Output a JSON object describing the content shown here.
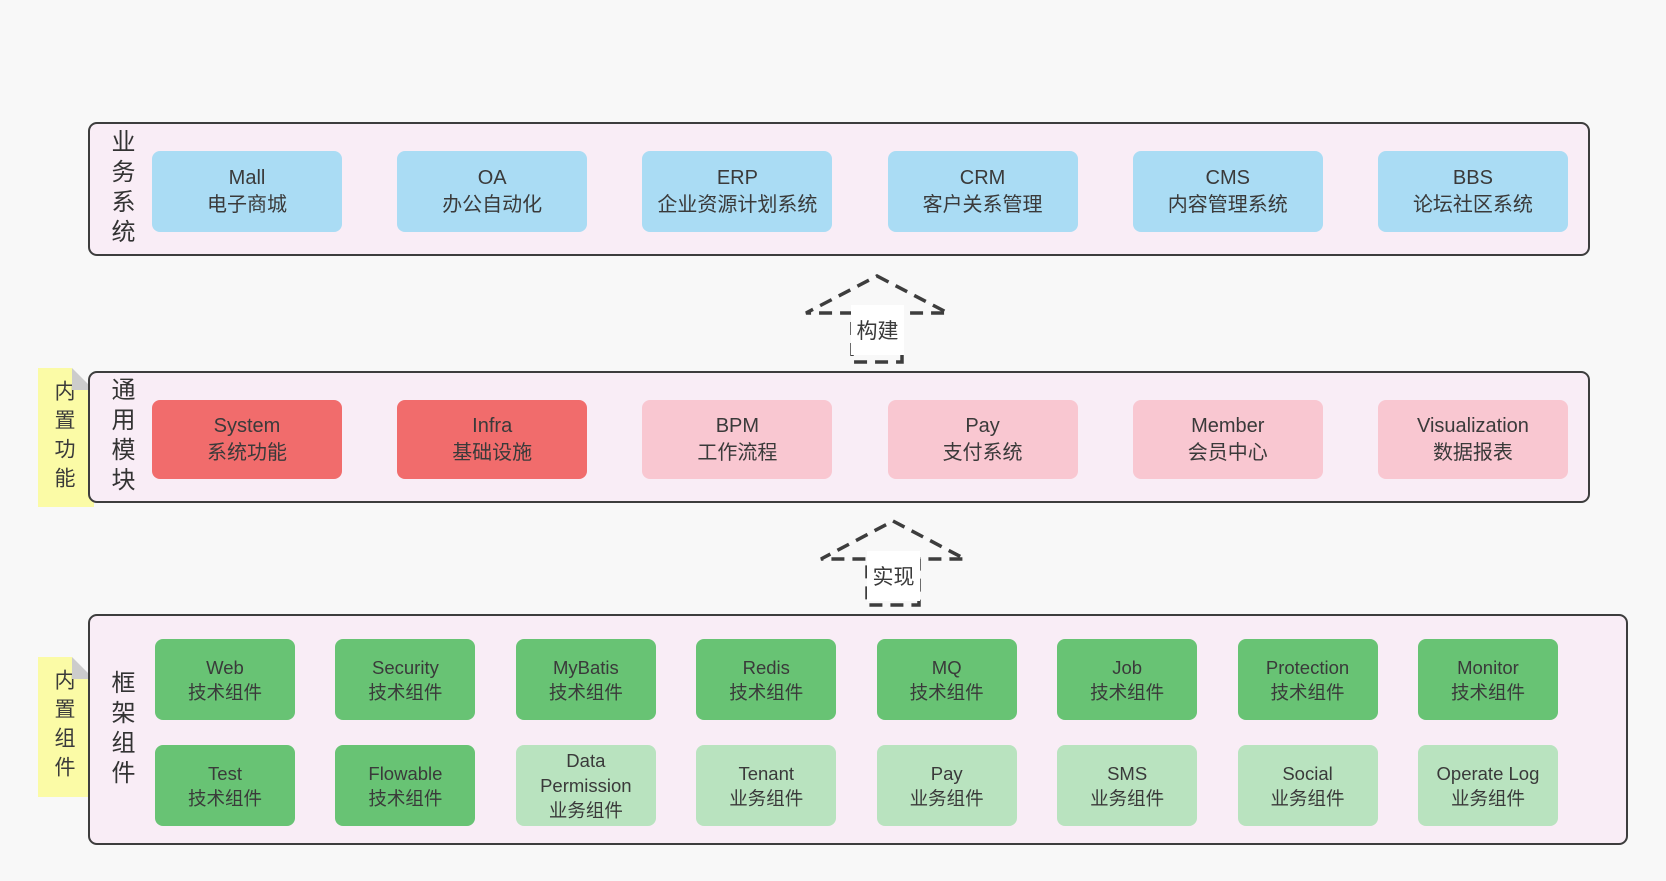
{
  "diagram": {
    "layers": {
      "business": {
        "label": "业务系统",
        "boxes": [
          {
            "name": "Mall",
            "subtitle": "电子商城"
          },
          {
            "name": "OA",
            "subtitle": "办公自动化"
          },
          {
            "name": "ERP",
            "subtitle": "企业资源计划系统"
          },
          {
            "name": "CRM",
            "subtitle": "客户关系管理"
          },
          {
            "name": "CMS",
            "subtitle": "内容管理系统"
          },
          {
            "name": "BBS",
            "subtitle": "论坛社区系统"
          }
        ]
      },
      "modules": {
        "label": "通用模块",
        "note": "内置功能",
        "boxes": [
          {
            "name": "System",
            "subtitle": "系统功能"
          },
          {
            "name": "Infra",
            "subtitle": "基础设施"
          },
          {
            "name": "BPM",
            "subtitle": "工作流程"
          },
          {
            "name": "Pay",
            "subtitle": "支付系统"
          },
          {
            "name": "Member",
            "subtitle": "会员中心"
          },
          {
            "name": "Visualization",
            "subtitle": "数据报表"
          }
        ]
      },
      "components": {
        "label": "框架组件",
        "note": "内置组件",
        "row1": [
          {
            "name": "Web",
            "subtitle": "技术组件"
          },
          {
            "name": "Security",
            "subtitle": "技术组件"
          },
          {
            "name": "MyBatis",
            "subtitle": "技术组件"
          },
          {
            "name": "Redis",
            "subtitle": "技术组件"
          },
          {
            "name": "MQ",
            "subtitle": "技术组件"
          },
          {
            "name": "Job",
            "subtitle": "技术组件"
          },
          {
            "name": "Protection",
            "subtitle": "技术组件"
          },
          {
            "name": "Monitor",
            "subtitle": "技术组件"
          }
        ],
        "row2": [
          {
            "name": "Test",
            "subtitle": "技术组件"
          },
          {
            "name": "Flowable",
            "subtitle": "技术组件"
          },
          {
            "name": "Data Permission",
            "subtitle": "业务组件"
          },
          {
            "name": "Tenant",
            "subtitle": "业务组件"
          },
          {
            "name": "Pay",
            "subtitle": "业务组件"
          },
          {
            "name": "SMS",
            "subtitle": "业务组件"
          },
          {
            "name": "Social",
            "subtitle": "业务组件"
          },
          {
            "name": "Operate Log",
            "subtitle": "业务组件"
          }
        ]
      }
    },
    "arrows": [
      {
        "label": "构建"
      },
      {
        "label": "实现"
      }
    ],
    "colors": {
      "page_bg": "#f8f8f8",
      "panel_bg": "#f9edf6",
      "panel_border": "#3d3d3d",
      "blue_box": "#aadcf4",
      "red_box": "#f16c6c",
      "pink_box": "#f9c7d1",
      "green_dark_box": "#68c374",
      "green_light_box": "#b9e3bf",
      "note_bg": "#fbfba6",
      "note_fold": "#cccccc",
      "text": "#3a3a3a"
    }
  }
}
